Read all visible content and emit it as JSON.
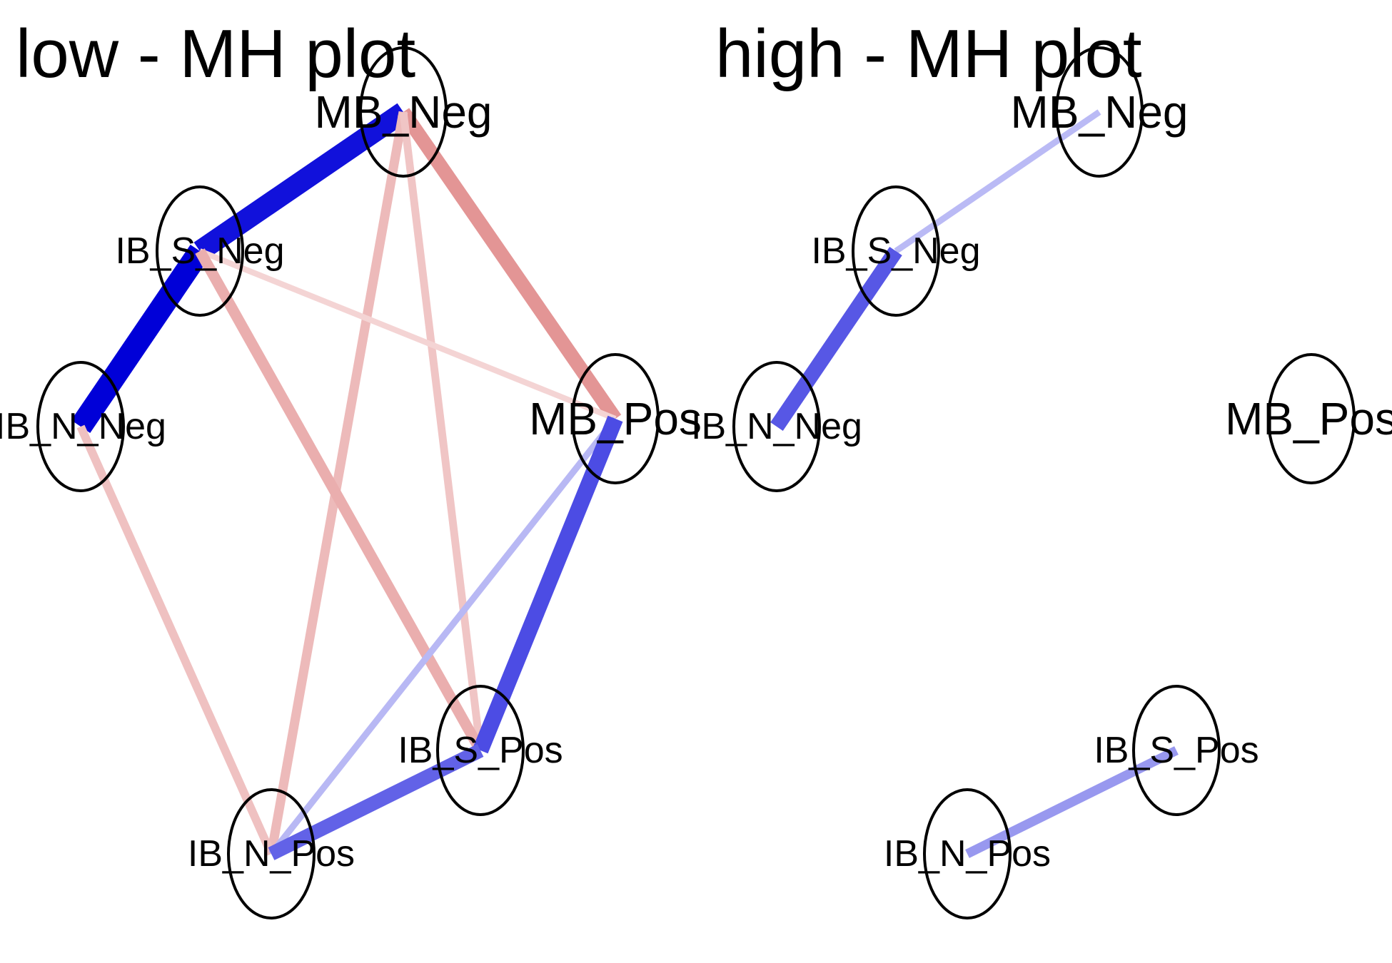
{
  "panels": [
    {
      "id": "low",
      "title": "low - MH plot",
      "nodes": [
        {
          "id": "MB_Neg",
          "label": "MB_Neg"
        },
        {
          "id": "IB_S_Neg",
          "label": "IB_S_Neg"
        },
        {
          "id": "IB_N_Neg",
          "label": "IB_N_Neg"
        },
        {
          "id": "MB_Pos",
          "label": "MB_Pos"
        },
        {
          "id": "IB_S_Pos",
          "label": "IB_S_Pos"
        },
        {
          "id": "IB_N_Pos",
          "label": "IB_N_Pos"
        }
      ],
      "edges": [
        {
          "from": "IB_S_Neg",
          "to": "MB_Neg",
          "sign": "positive",
          "strength": 0.92
        },
        {
          "from": "IB_N_Neg",
          "to": "IB_S_Neg",
          "sign": "positive",
          "strength": 1.0
        },
        {
          "from": "MB_Neg",
          "to": "MB_Pos",
          "sign": "negative",
          "strength": 0.55
        },
        {
          "from": "MB_Neg",
          "to": "IB_N_Pos",
          "sign": "negative",
          "strength": 0.3
        },
        {
          "from": "MB_Neg",
          "to": "IB_S_Pos",
          "sign": "negative",
          "strength": 0.22
        },
        {
          "from": "IB_S_Neg",
          "to": "MB_Pos",
          "sign": "negative",
          "strength": 0.12
        },
        {
          "from": "IB_S_Neg",
          "to": "IB_S_Pos",
          "sign": "negative",
          "strength": 0.38
        },
        {
          "from": "IB_N_Neg",
          "to": "IB_N_Pos",
          "sign": "negative",
          "strength": 0.25
        },
        {
          "from": "MB_Pos",
          "to": "IB_N_Pos",
          "sign": "positive",
          "strength": 0.15
        },
        {
          "from": "MB_Pos",
          "to": "IB_S_Pos",
          "sign": "positive",
          "strength": 0.65
        },
        {
          "from": "IB_S_Pos",
          "to": "IB_N_Pos",
          "sign": "positive",
          "strength": 0.55
        }
      ]
    },
    {
      "id": "high",
      "title": "high - MH plot",
      "nodes": [
        {
          "id": "MB_Neg",
          "label": "MB_Neg"
        },
        {
          "id": "IB_S_Neg",
          "label": "IB_S_Neg"
        },
        {
          "id": "IB_N_Neg",
          "label": "IB_N_Neg"
        },
        {
          "id": "MB_Pos",
          "label": "MB_Pos"
        },
        {
          "id": "IB_S_Pos",
          "label": "IB_S_Pos"
        },
        {
          "id": "IB_N_Pos",
          "label": "IB_N_Pos"
        }
      ],
      "edges": [
        {
          "from": "IB_S_Neg",
          "to": "MB_Neg",
          "sign": "positive",
          "strength": 0.14
        },
        {
          "from": "IB_N_Neg",
          "to": "IB_S_Neg",
          "sign": "positive",
          "strength": 0.6
        },
        {
          "from": "IB_S_Pos",
          "to": "IB_N_Pos",
          "sign": "positive",
          "strength": 0.3
        }
      ]
    }
  ],
  "colors": {
    "positive": "#0000d8",
    "negative": "#d25454",
    "background": "#ffffff",
    "node_stroke": "#000000"
  }
}
